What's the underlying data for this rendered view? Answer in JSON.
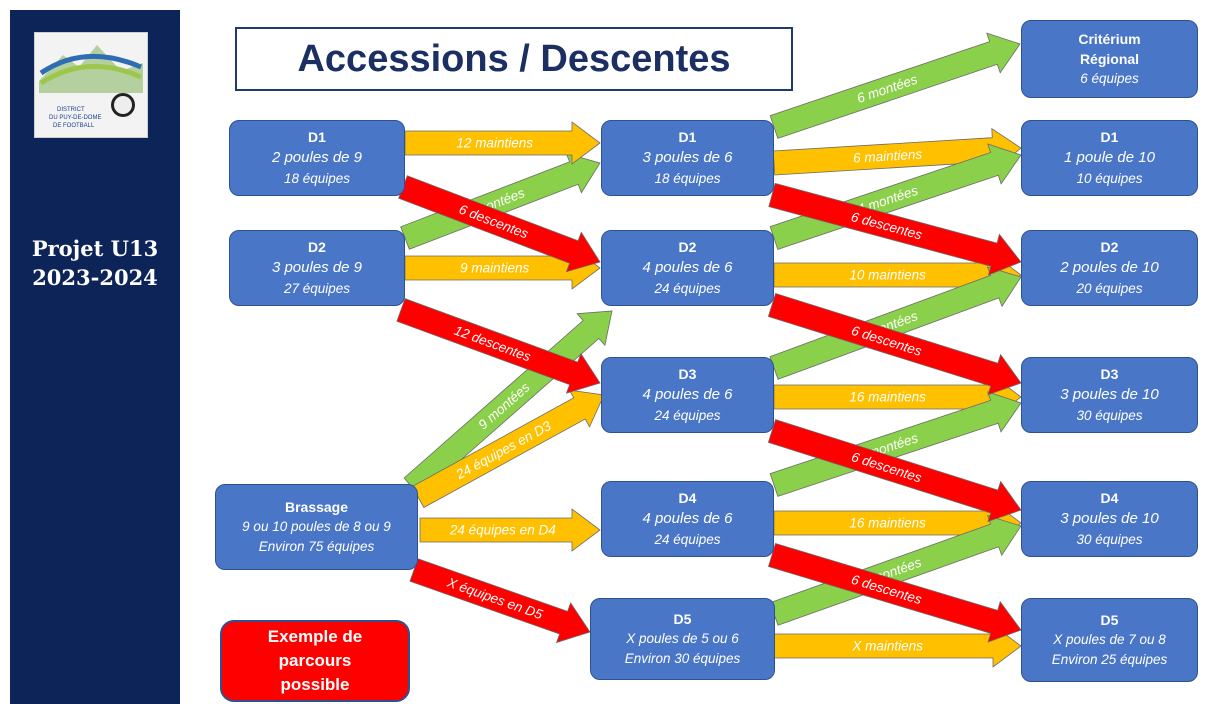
{
  "title": "Accessions / Descentes",
  "project": {
    "line1": "Projet U13",
    "line2": "2023-2024"
  },
  "logo": {
    "text1": "DISTRICT",
    "text2": "DU PUY-DE-DOME",
    "text3": "DE FOOTBALL"
  },
  "example": {
    "lines": [
      "Exemple de",
      "parcours",
      "possible"
    ]
  },
  "colors": {
    "node": "#4a76c8",
    "green": "#8bd04a",
    "yellow": "#ffc000",
    "red": "#ff0000",
    "navy": "#0d2458"
  },
  "left": {
    "d1": {
      "title": "D1",
      "lines": [
        "2 poules de 9",
        "18 équipes"
      ]
    },
    "d2": {
      "title": "D2",
      "lines": [
        "3 poules de 9",
        "27 équipes"
      ]
    },
    "brassage": {
      "title": "Brassage",
      "lines": [
        "9 ou 10 poules de 8 ou 9",
        "Environ 75 équipes"
      ]
    }
  },
  "middle": {
    "d1": {
      "title": "D1",
      "lines": [
        "3 poules de 6",
        "18 équipes"
      ]
    },
    "d2": {
      "title": "D2",
      "lines": [
        "4 poules de 6",
        "24 équipes"
      ]
    },
    "d3": {
      "title": "D3",
      "lines": [
        "4 poules de 6",
        "24 équipes"
      ]
    },
    "d4": {
      "title": "D4",
      "lines": [
        "4 poules de 6",
        "24 équipes"
      ]
    },
    "d5": {
      "title": "D5",
      "lines": [
        "X poules de 5 ou 6",
        "Environ 30 équipes"
      ]
    }
  },
  "right": {
    "criterium": {
      "title1": "Critérium",
      "title2": "Régional",
      "line": "6 équipes"
    },
    "d1": {
      "title": "D1",
      "lines": [
        "1 poule de 10",
        "10 équipes"
      ]
    },
    "d2": {
      "title": "D2",
      "lines": [
        "2 poules de 10",
        "20 équipes"
      ]
    },
    "d3": {
      "title": "D3",
      "lines": [
        "3 poules de 10",
        "30 équipes"
      ]
    },
    "d4": {
      "title": "D4",
      "lines": [
        "3 poules de 10",
        "30 équipes"
      ]
    },
    "d5": {
      "title": "D5",
      "lines": [
        "X poules de 7 ou 8",
        "Environ 25 équipes"
      ]
    }
  },
  "arrows": [
    {
      "id": "l-d1-maintiens",
      "color": "yellow",
      "label": "12 maintiens"
    },
    {
      "id": "l-d1-descentes",
      "color": "red",
      "label": "6 descentes"
    },
    {
      "id": "l-d2-montees",
      "color": "green",
      "label": "9 montées"
    },
    {
      "id": "l-d2-maintiens",
      "color": "yellow",
      "label": "9 maintiens"
    },
    {
      "id": "l-d2-descentes",
      "color": "red",
      "label": "12 descentes"
    },
    {
      "id": "b-montees",
      "color": "green",
      "label": "9 montées"
    },
    {
      "id": "b-d3",
      "color": "yellow",
      "label": "24 équipes en D3"
    },
    {
      "id": "b-d4",
      "color": "yellow",
      "label": "24 équipes en D4"
    },
    {
      "id": "b-d5",
      "color": "red",
      "label": "X équipes en D5"
    },
    {
      "id": "m-d1-montees",
      "color": "green",
      "label": "6 montées"
    },
    {
      "id": "m-d1-maintiens",
      "color": "yellow",
      "label": "6 maintiens"
    },
    {
      "id": "m-d1-descentes",
      "color": "red",
      "label": "6 descentes"
    },
    {
      "id": "m-d2-montees",
      "color": "green",
      "label": "4 montées"
    },
    {
      "id": "m-d2-maintiens",
      "color": "yellow",
      "label": "10 maintiens"
    },
    {
      "id": "m-d2-descentes",
      "color": "red",
      "label": "6 descentes"
    },
    {
      "id": "m-d3-montees",
      "color": "green",
      "label": "4 montées"
    },
    {
      "id": "m-d3-maintiens",
      "color": "yellow",
      "label": "16 maintiens"
    },
    {
      "id": "m-d3-descentes",
      "color": "red",
      "label": "6 descentes"
    },
    {
      "id": "m-d4-montees",
      "color": "green",
      "label": "4 montées"
    },
    {
      "id": "m-d4-maintiens",
      "color": "yellow",
      "label": "16 maintiens"
    },
    {
      "id": "m-d4-descentes",
      "color": "red",
      "label": "6 descentes"
    },
    {
      "id": "m-d5-montees",
      "color": "green",
      "label": "10 montées"
    },
    {
      "id": "m-d5-maintiens",
      "color": "yellow",
      "label": "X maintiens"
    }
  ]
}
